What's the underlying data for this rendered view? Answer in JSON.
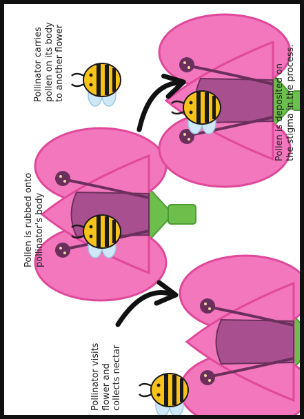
{
  "captions": {
    "step1": [
      "Pollinator visits",
      "flower and",
      "collects nectar"
    ],
    "step2": [
      "Pollen is rubbed onto",
      "pollinator's body"
    ],
    "step3": [
      "Pollinator carries",
      "pollen on its body",
      "to another flower"
    ],
    "step4": [
      "Pollen is deposited on",
      "the stigma in the process."
    ]
  },
  "colors": {
    "petal": "#f277bd",
    "petal_edge": "#e0489a",
    "pistil": "#a8508f",
    "pistil_dark": "#6b2f5c",
    "sepal": "#6bbf4a",
    "bee_yellow": "#f7c21a",
    "bee_stripe": "#1a1a1a",
    "wing": "#cfe8f7",
    "pollen_dot": "#f3d9a0",
    "arrow": "#111111"
  },
  "icons": [
    "flower-icon",
    "bee-icon",
    "curved-arrow-icon"
  ]
}
